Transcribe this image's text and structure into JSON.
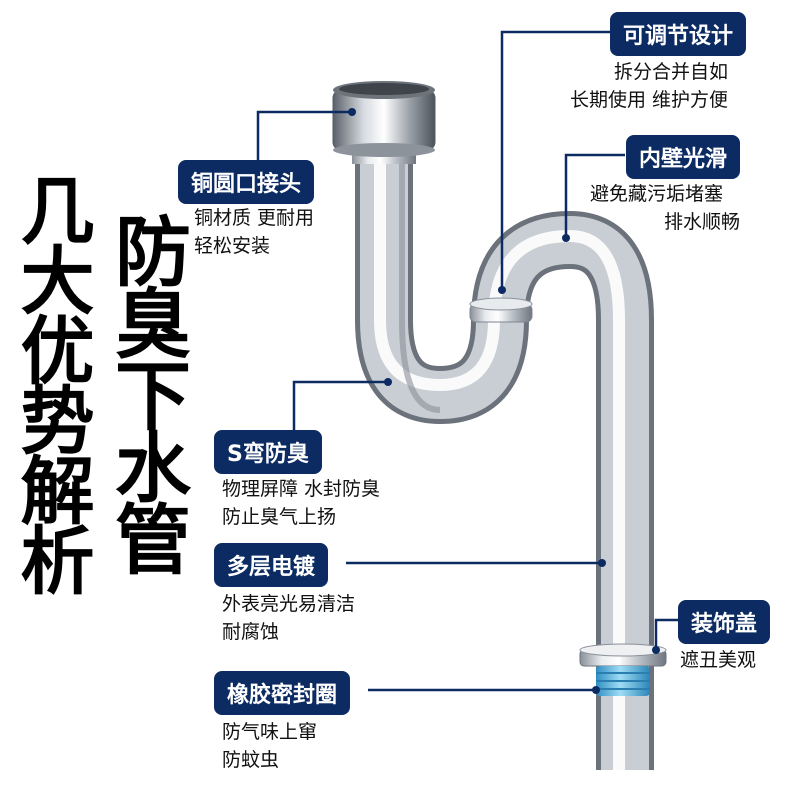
{
  "title_left": "几大优势解析",
  "title_right": "防臭下水管",
  "features": {
    "tongyuan": {
      "label": "铜圆口接头",
      "lines": [
        "铜材质 更耐用",
        "轻松安装"
      ]
    },
    "ketiao": {
      "label": "可调节设计",
      "lines": [
        "拆分合并自如",
        "长期使用 维护方便"
      ]
    },
    "neibi": {
      "label": "内壁光滑",
      "lines": [
        "避免藏污垢堵塞",
        "排水顺畅"
      ]
    },
    "swan": {
      "label": "S弯防臭",
      "lines": [
        "物理屏障 水封防臭",
        "防止臭气上扬"
      ]
    },
    "duoceng": {
      "label": "多层电镀",
      "lines": [
        "外表亮光易清洁",
        "耐腐蚀"
      ]
    },
    "zhuangshi": {
      "label": "装饰盖",
      "lines": [
        "遮丑美观"
      ]
    },
    "xiangjiao": {
      "label": "橡胶密封圈",
      "lines": [
        "防气味上窜",
        "防蚊虫"
      ]
    }
  },
  "colors": {
    "callout_bg": "#0c2b63",
    "leader_line": "#0c2b63",
    "seal_ring": "#5ab8e0",
    "chrome_light": "#f2f4f6",
    "chrome_dark": "#7d8590"
  }
}
